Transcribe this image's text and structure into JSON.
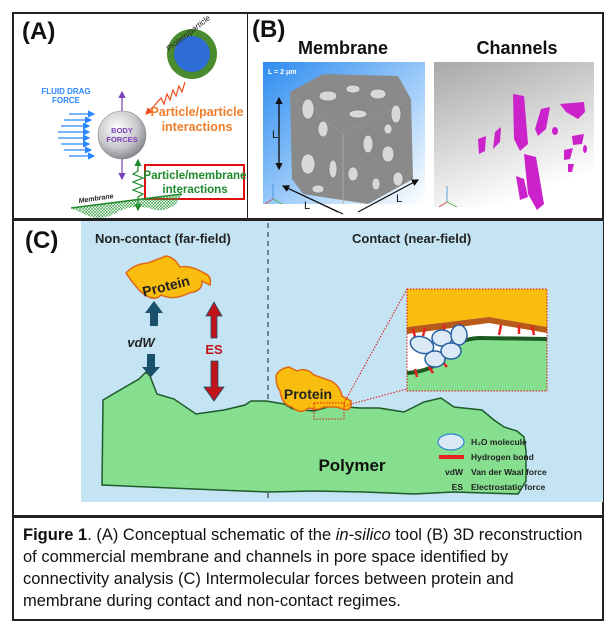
{
  "panel_a": {
    "label": "(A)",
    "protein_particle": "Protein/particle",
    "fluid_drag_line1": "FLUID DRAG",
    "fluid_drag_line2": "FORCE",
    "body_forces_line1": "BODY",
    "body_forces_line2": "FORCES",
    "particle_particle_line1": "Particle/particle",
    "particle_particle_line2": "interactions",
    "particle_membrane_line1": "Particle/membrane",
    "particle_membrane_line2": "interactions",
    "membrane": "Membrane",
    "colors": {
      "drag": "#2a86ff",
      "body": "#7b3fb5",
      "pp": "#f07d2a",
      "pm": "#1f8a2c",
      "box": "#e01010"
    }
  },
  "panel_b": {
    "label": "(B)",
    "membrane_title": "Membrane",
    "channels_title": "Channels",
    "scale": "L = 2 μm",
    "dim_label": "L",
    "colors": {
      "channels": "#cc22cc",
      "membrane_bg": "#2f8ef0"
    }
  },
  "panel_c": {
    "label": "(C)",
    "noncontact_title": "Non-contact (far-field)",
    "contact_title": "Contact (near-field)",
    "protein_label": "Protein",
    "polymer_label": "Polymer",
    "vdw": "vdW",
    "es": "ES",
    "legend": [
      {
        "key": "H₂O molecule",
        "symbol": "ellipse"
      },
      {
        "key": "Hydrogen bond",
        "symbol": "bar"
      },
      {
        "key": "Van der Waal force",
        "symbol": "vdW"
      },
      {
        "key": "Electrostatic force",
        "symbol": "ES"
      }
    ],
    "colors": {
      "bg": "#c4e4f4",
      "polymer": "#85df8f",
      "protein": "#f9bd10",
      "vdw_arrow": "#19506b",
      "es_arrow": "#c0131a"
    }
  },
  "caption": {
    "bold": "Figure 1",
    "part1": ". (A) Conceptual schematic of the ",
    "italic": "in-silico",
    "part2": " tool  (B) 3D reconstruction of commercial membrane and channels in pore space identified by connectivity analysis (C) Intermolecular forces between protein and membrane during contact and non-contact regimes."
  }
}
